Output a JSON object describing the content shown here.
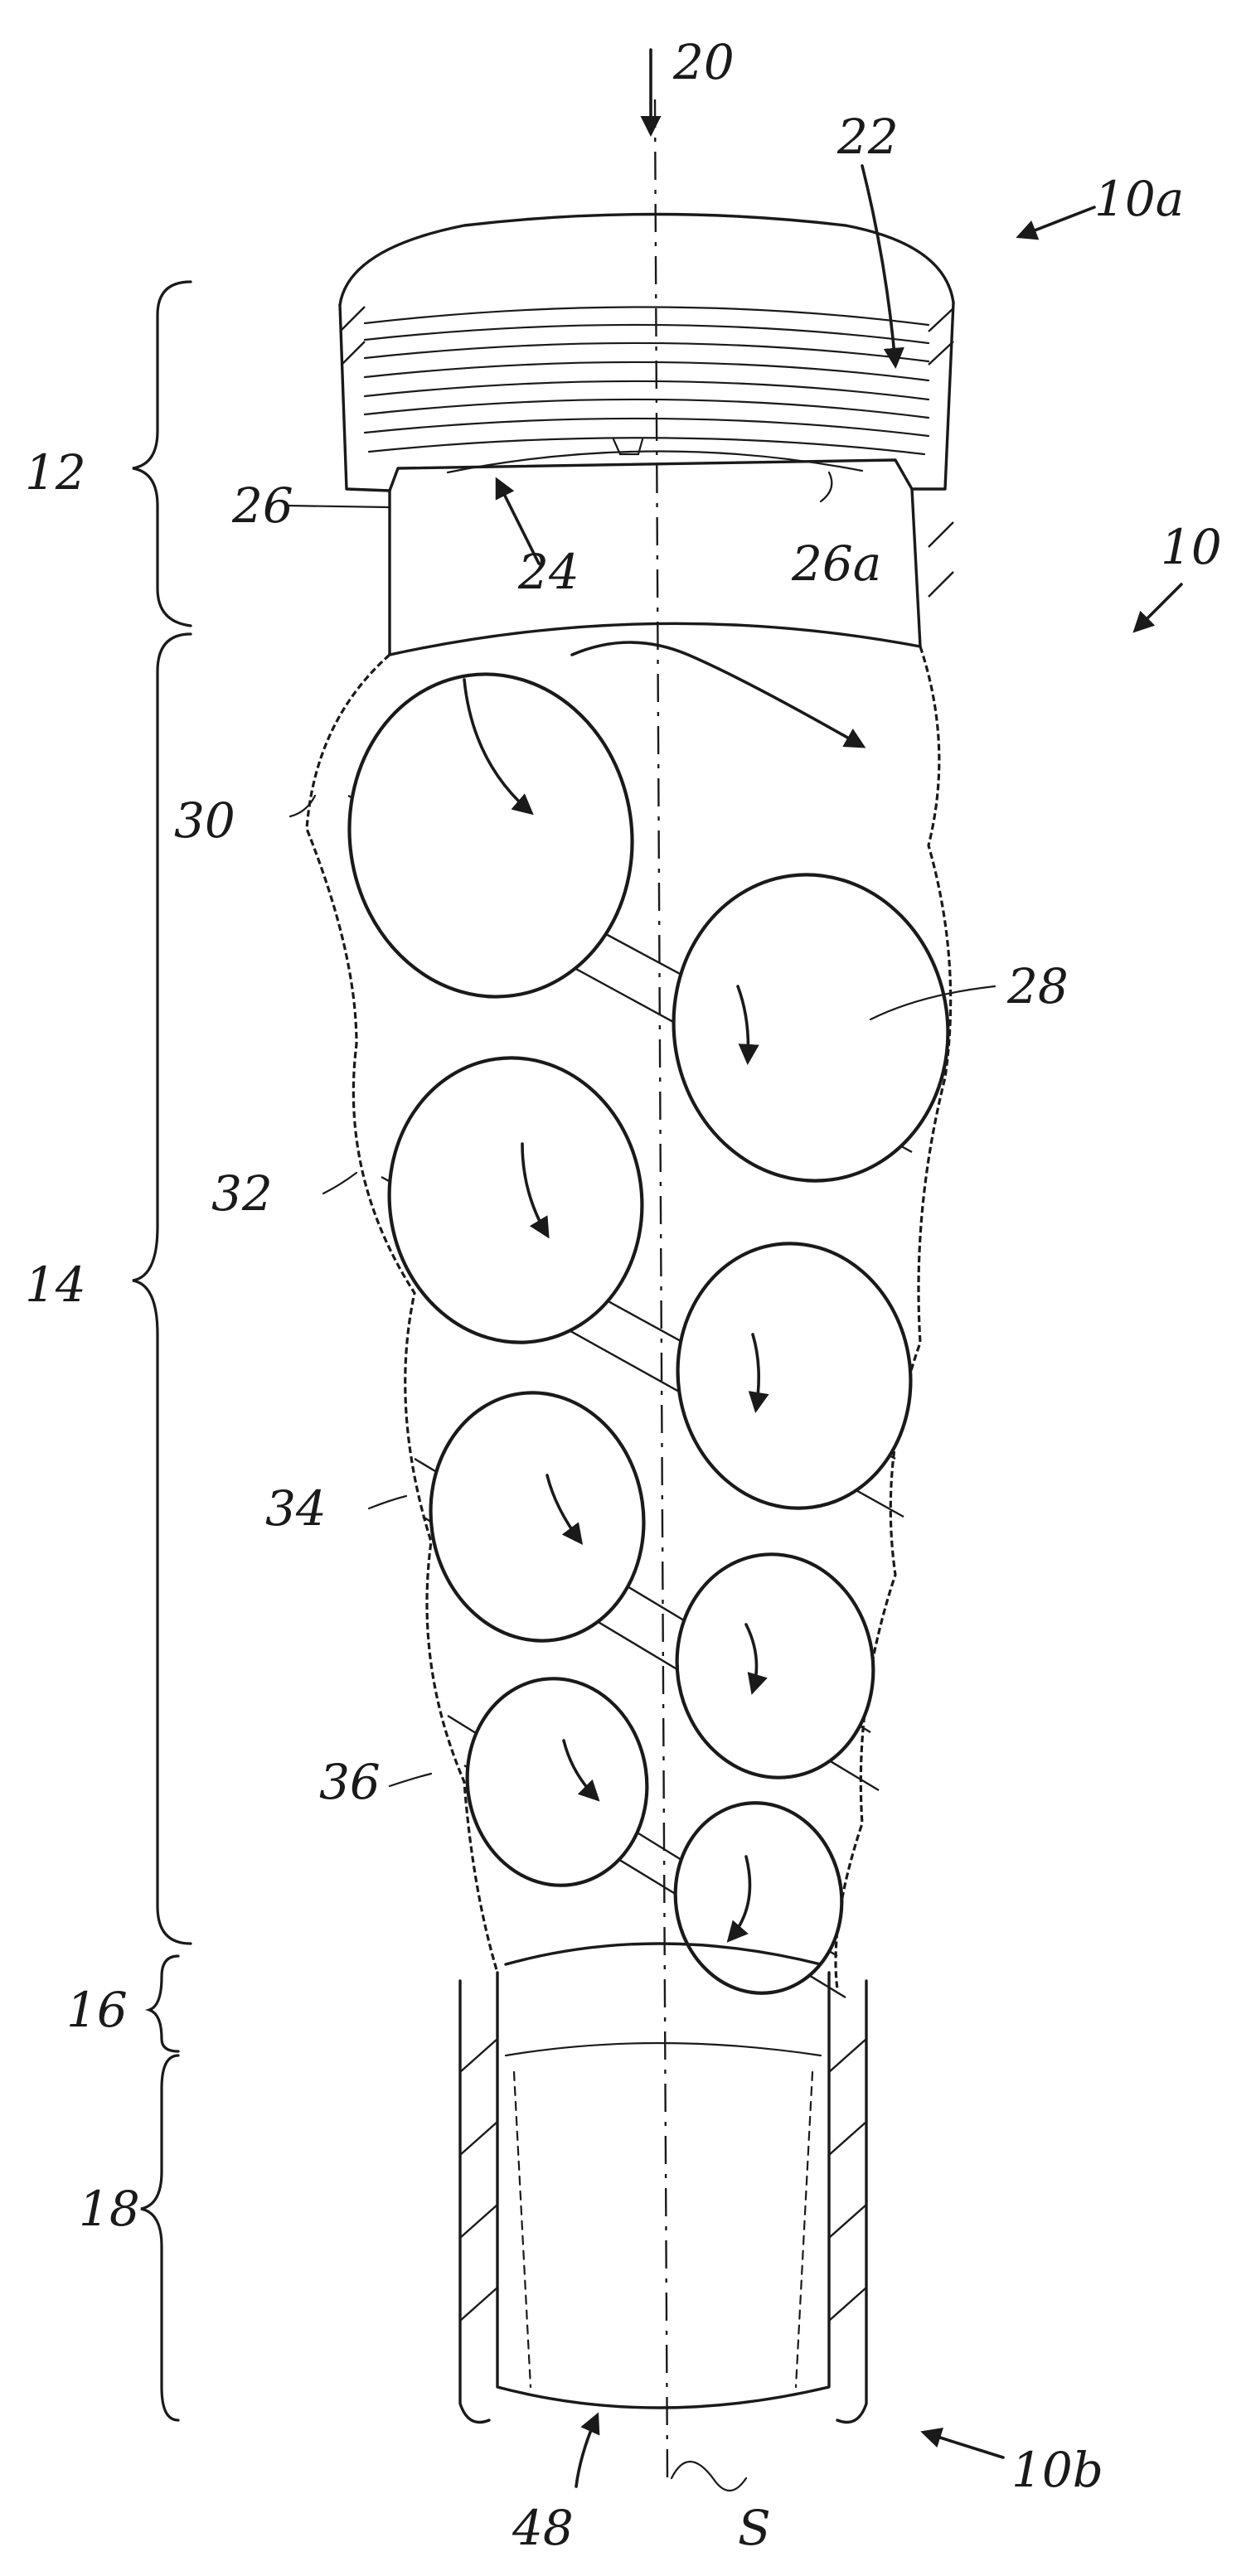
{
  "labels": {
    "axis": "20",
    "thread": "22",
    "inner_arrow": "24",
    "ledge": "26",
    "ledge_a": "26a",
    "disc_28": "28",
    "disc_30": "30",
    "disc_32": "32",
    "disc_34": "34",
    "disc_36": "36",
    "outlet": "48",
    "part_10": "10",
    "part_10a": "10a",
    "part_10b": "10b",
    "section_12": "12",
    "section_14": "14",
    "section_16": "16",
    "section_18": "18",
    "s_marker": "S"
  },
  "colors": {
    "ink": "#1a1a1a",
    "paper": "#ffffff"
  }
}
